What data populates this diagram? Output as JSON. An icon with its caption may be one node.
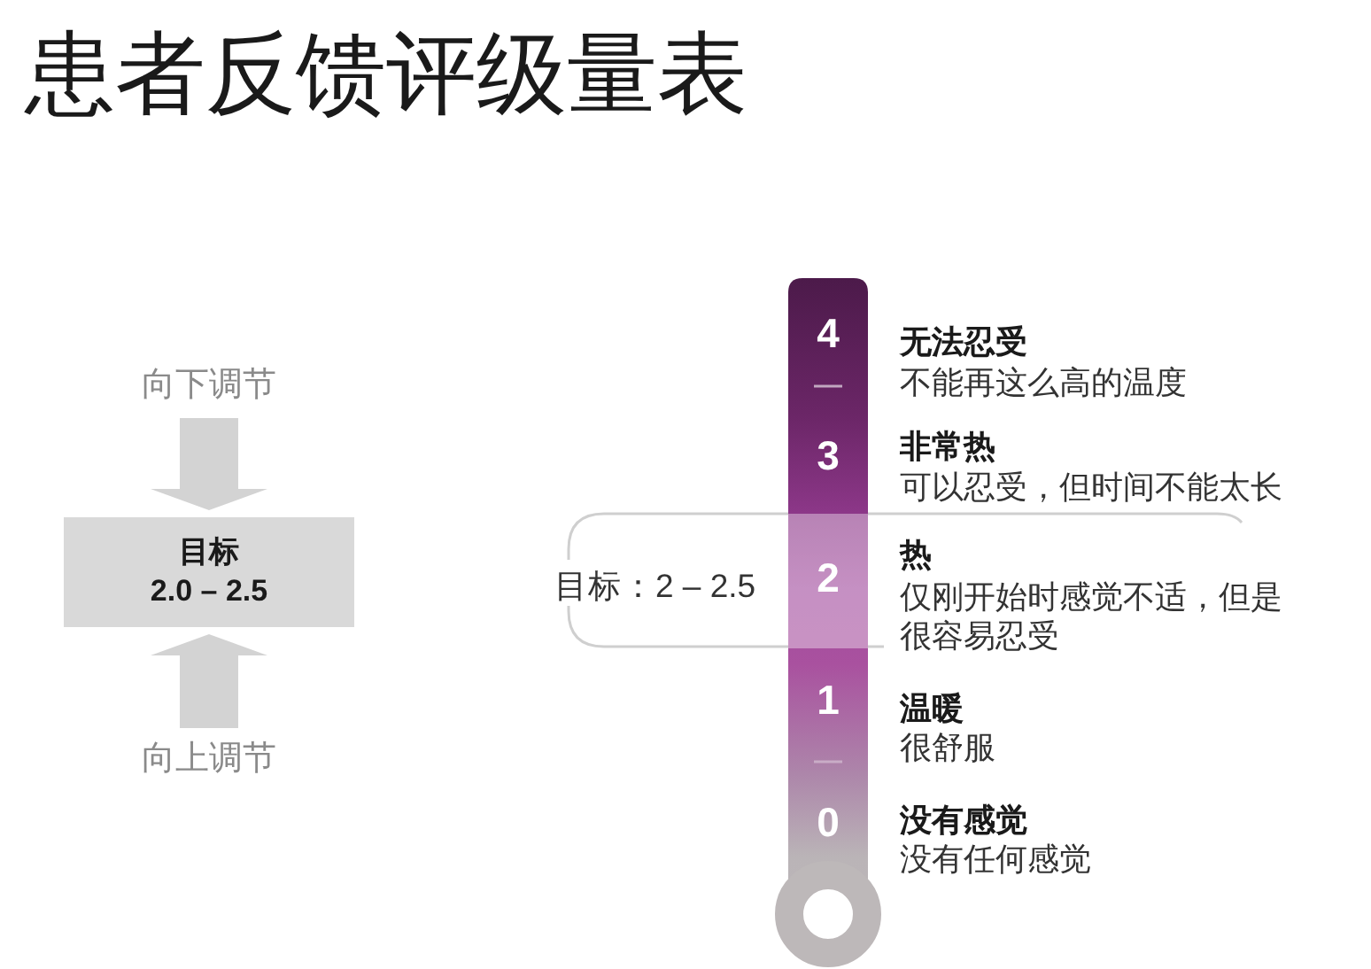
{
  "diagram": {
    "title": "患者反馈评级量表",
    "nodes": [
      {
        "text": [
          "向下调节"
        ]
      },
      {
        "text": [
          "目标",
          "2.0 – 2.5"
        ]
      },
      {
        "text": [
          "向上调节"
        ]
      },
      {
        "text": [
          "4",
          "3",
          "2",
          "1",
          "0"
        ]
      },
      {
        "text": [
          "目标：2 – 2.5"
        ]
      }
    ],
    "edges": [
      {
        "from": 0,
        "to": 1,
        "arrow": "to"
      },
      {
        "from": 2,
        "to": 1,
        "arrow": "to"
      }
    ],
    "labels": [
      "无法忍受",
      "不能再这么高的温度",
      "非常热",
      "可以忍受，但时间不能太长",
      "热",
      "仅刚开始时感觉不适，但是很容易忍受",
      "温暖",
      "很舒服",
      "没有感觉",
      "没有任何感觉"
    ]
  }
}
